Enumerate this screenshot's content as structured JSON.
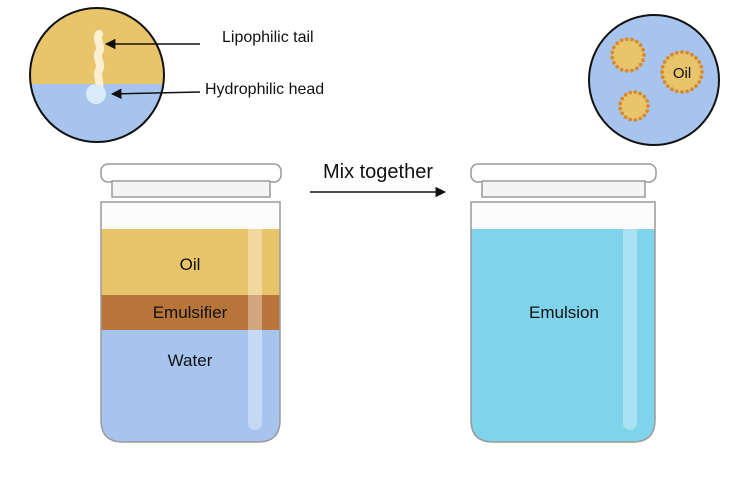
{
  "labels": {
    "lipophilic_tail": "Lipophilic tail",
    "hydrophilic_head": "Hydrophilic head",
    "mix_together": "Mix together",
    "oil_inset": "Oil",
    "oil_layer": "Oil",
    "emulsifier_layer": "Emulsifier",
    "water_layer": "Water",
    "emulsion": "Emulsion"
  },
  "colors": {
    "oil": "#E8C46B",
    "emulsifier": "#B8753A",
    "water": "#A6C4EE",
    "emulsion": "#7FD3EA",
    "inset_water": "#A6C4EE",
    "droplet_ring": "#D98A2C"
  }
}
